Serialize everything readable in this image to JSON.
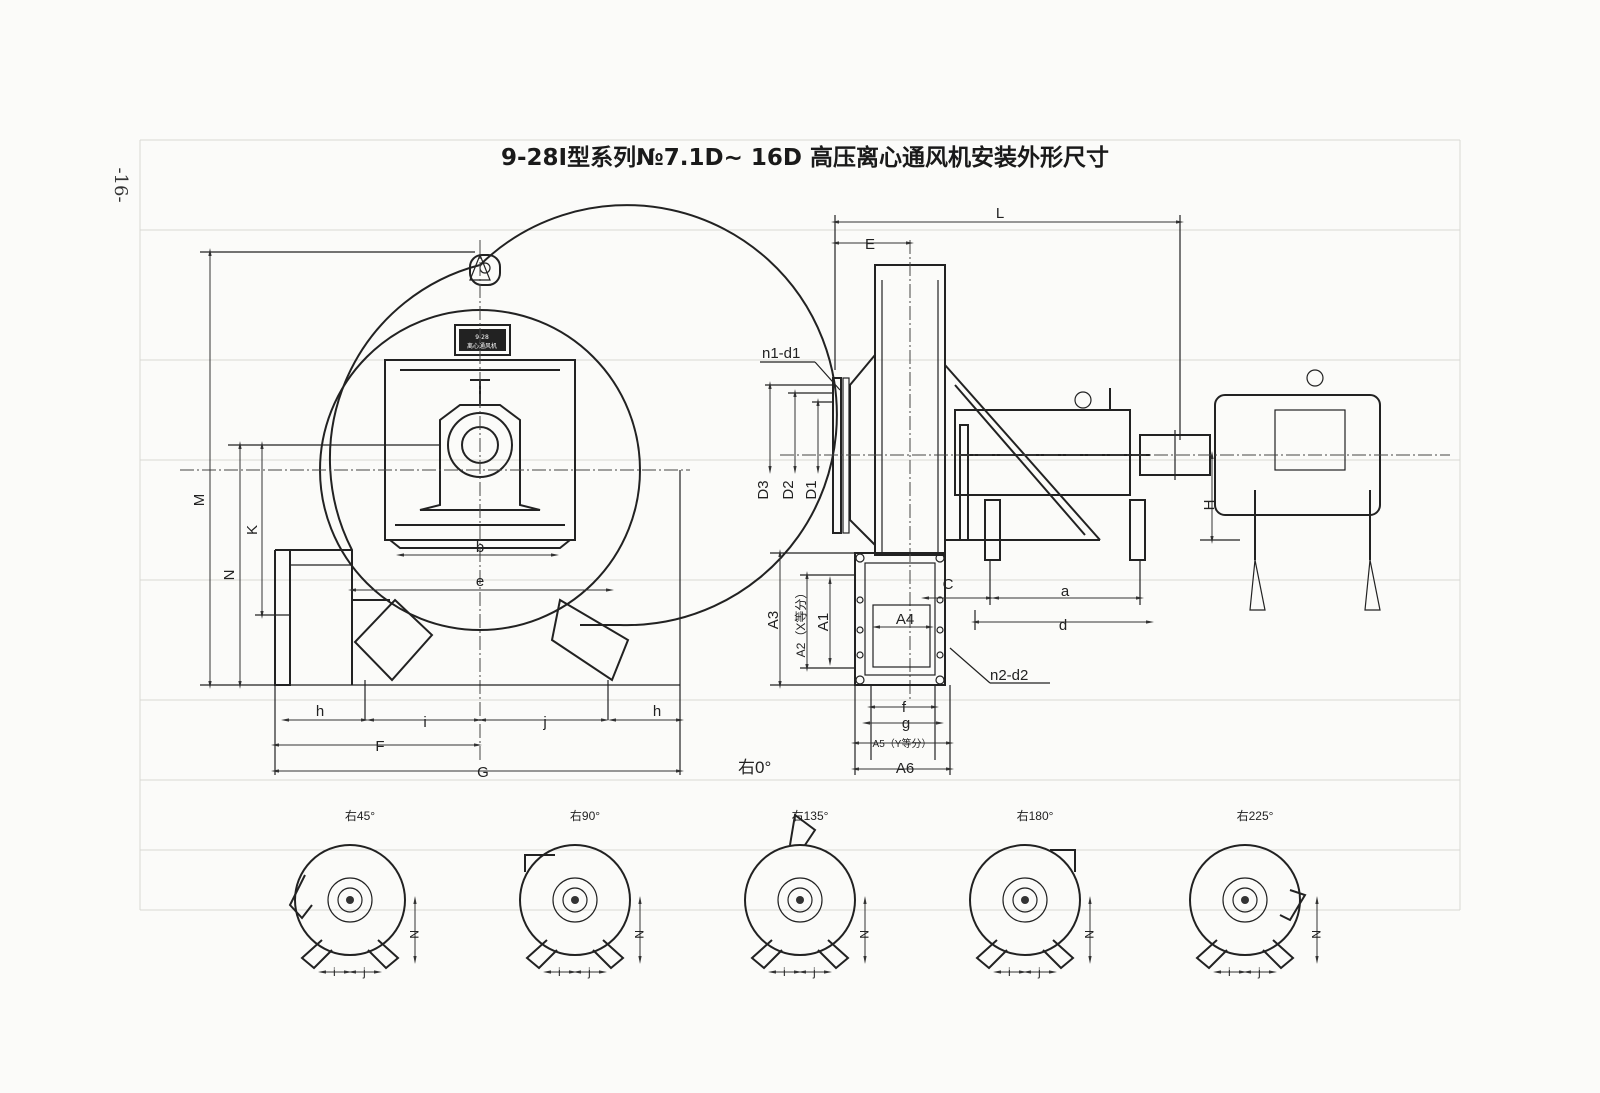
{
  "title": "9-28Ⅰ型系列№7.1D~ 16D 高压离心通风机安装外形尺寸",
  "page_number": "-16-",
  "nameplate": [
    "9-28",
    "离心通风机"
  ],
  "front_view": {
    "labels": {
      "M": "M",
      "N": "N",
      "K": "K",
      "b": "b",
      "e": "e",
      "h_left": "h",
      "i": "i",
      "j": "j",
      "h_right": "h",
      "F": "F",
      "G": "G"
    }
  },
  "side_view": {
    "labels": {
      "L": "L",
      "E": "E",
      "n1d1": "n1-d1",
      "D3": "D3",
      "D2": "D2",
      "D1": "D1",
      "H": "H",
      "C": "C",
      "a": "a",
      "d": "d",
      "A3": "A3",
      "A2": "A2（X等分）",
      "A1": "A1",
      "A4": "A4",
      "n2d2": "n2-d2",
      "f": "f",
      "g": "g",
      "A5": "A5（Y等分）",
      "A6": "A6"
    },
    "orientation": "右0°"
  },
  "orientation_views": [
    {
      "label": "右45°",
      "N": "N",
      "i": "i",
      "j": "j"
    },
    {
      "label": "右90°",
      "N": "N",
      "i": "i",
      "j": "j"
    },
    {
      "label": "右135°",
      "N": "N",
      "i": "i",
      "j": "j"
    },
    {
      "label": "右180°",
      "N": "N",
      "i": "i",
      "j": "j"
    },
    {
      "label": "右225°",
      "N": "N",
      "i": "i",
      "j": "j"
    }
  ]
}
